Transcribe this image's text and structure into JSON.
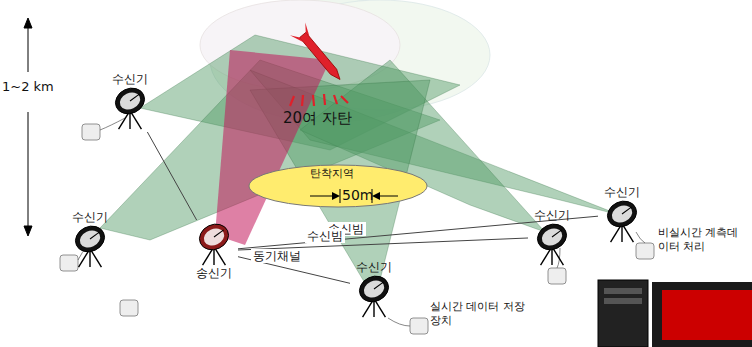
{
  "diagram": {
    "nodes": [
      {
        "text": [
          "탄착지역",
          "50m"
        ]
      },
      {
        "text": [
          "수신기"
        ]
      },
      {
        "text": [
          "수신기"
        ]
      },
      {
        "text": [
          "송신기"
        ]
      },
      {
        "text": [
          "수신기"
        ]
      },
      {
        "text": [
          "수신기"
        ]
      },
      {
        "text": [
          "수신기"
        ]
      }
    ],
    "edges": [
      {
        "from": 1,
        "to": 3,
        "arrow": "none"
      },
      {
        "from": 3,
        "to": 4,
        "label": "송신빔",
        "arrow": "none"
      },
      {
        "from": 3,
        "to": 5,
        "label": "수신빔",
        "arrow": "none"
      },
      {
        "from": 3,
        "to": 6,
        "label": "동기채널",
        "arrow": "none"
      }
    ],
    "labels": [
      "1~2 km",
      "20여 자탄",
      "비실시간 계측데이터 처리",
      "실시간 데이터 저장장치"
    ]
  }
}
